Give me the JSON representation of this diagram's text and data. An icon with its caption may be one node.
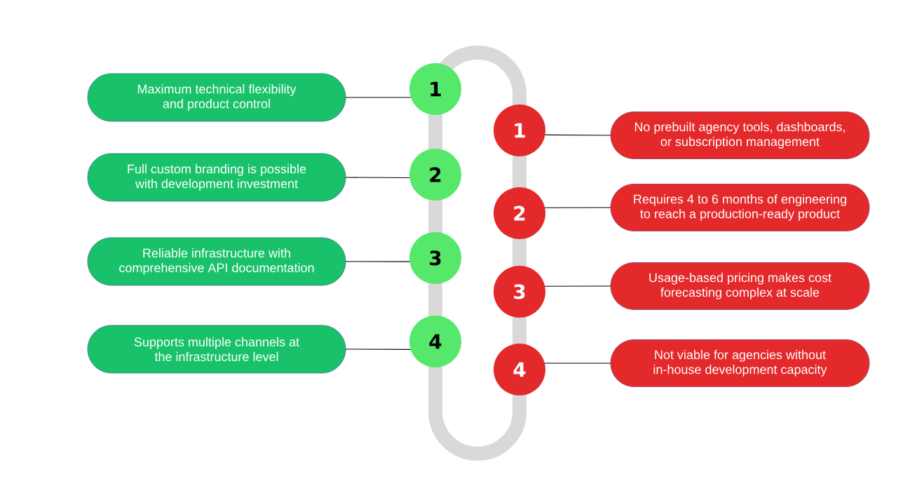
{
  "diagram": {
    "nodes": [
      {
        "text": [
          "Maximum technical flexibility and product control"
        ]
      },
      {
        "text": [
          "1"
        ]
      },
      {
        "text": [
          "Full custom branding is possible with development investment"
        ]
      },
      {
        "text": [
          "2"
        ]
      },
      {
        "text": [
          "Reliable infrastructure with comprehensive API documentation"
        ]
      },
      {
        "text": [
          "3"
        ]
      },
      {
        "text": [
          "Supports multiple channels at the infrastructure level"
        ]
      },
      {
        "text": [
          "4"
        ]
      },
      {
        "text": [
          "1"
        ]
      },
      {
        "text": [
          "No prebuilt agency tools, dashboards, or subscription management"
        ]
      },
      {
        "text": [
          "2"
        ]
      },
      {
        "text": [
          "Requires 4 to 6 months of engineering to reach a production-ready product"
        ]
      },
      {
        "text": [
          "3"
        ]
      },
      {
        "text": [
          "Usage-based pricing makes cost forecasting complex at scale"
        ]
      },
      {
        "text": [
          "4"
        ]
      },
      {
        "text": [
          "Not viable for agencies without in-house development capacity"
        ]
      }
    ],
    "edges": [
      {
        "from": 0,
        "to": 1,
        "arrow": "none"
      },
      {
        "from": 2,
        "to": 3,
        "arrow": "none"
      },
      {
        "from": 4,
        "to": 5,
        "arrow": "none"
      },
      {
        "from": 6,
        "to": 7,
        "arrow": "none"
      },
      {
        "from": 8,
        "to": 9,
        "arrow": "none"
      },
      {
        "from": 10,
        "to": 11,
        "arrow": "none"
      },
      {
        "from": 12,
        "to": 13,
        "arrow": "none"
      },
      {
        "from": 14,
        "to": 15,
        "arrow": "none"
      }
    ]
  }
}
